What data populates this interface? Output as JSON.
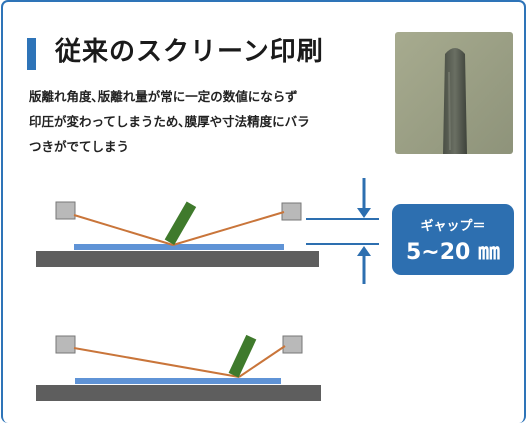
{
  "header": {
    "title": "従来のスクリーン印刷"
  },
  "description": {
    "lines": [
      "版離れ角度､版離れ量が常に一定の数値にならず",
      "印圧が変わってしまうため､膜厚や寸法精度にバラ",
      "つきがでてしまう"
    ]
  },
  "gap": {
    "label": "ギャップ＝",
    "value": "5~20 ㎜"
  },
  "colors": {
    "accent": "#2e74b8",
    "badge": "#2d6fb0",
    "platform": "#5e5e5e",
    "substrate": "#5f93d6",
    "screen_line": "#c9753a",
    "squeegee": "#3f7a2c",
    "frame_block": "#b9b9b9"
  }
}
